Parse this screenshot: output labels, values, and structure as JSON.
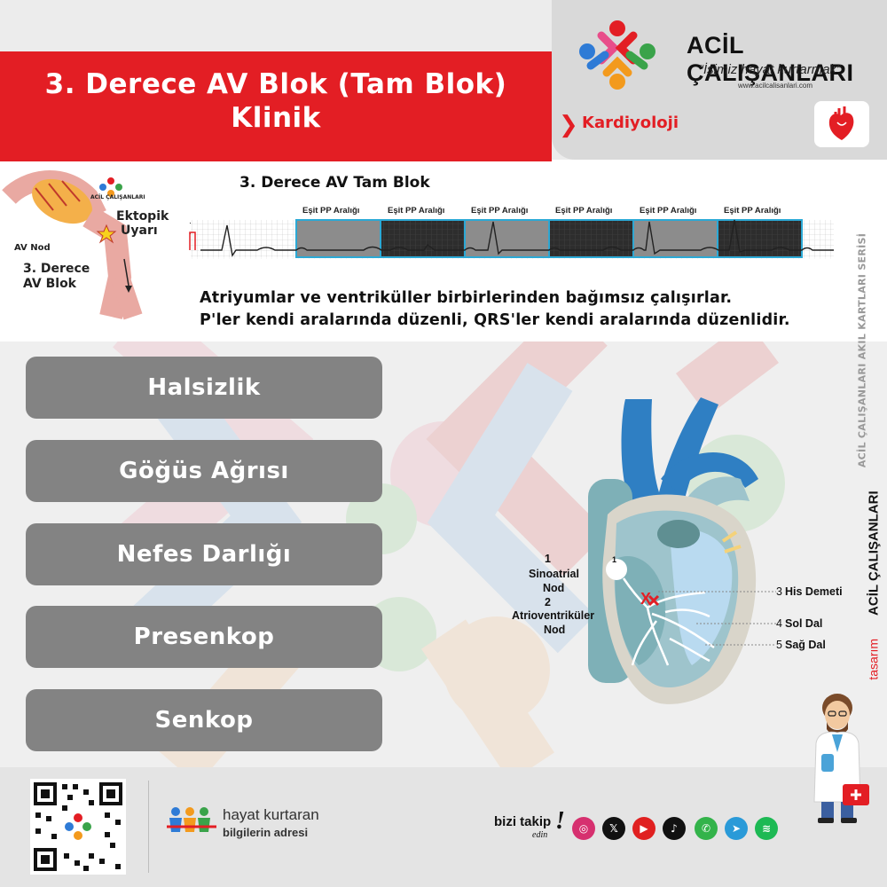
{
  "header": {
    "title_line1": "3. Derece AV Blok (Tam Blok)",
    "title_line2": "Klinik",
    "brand": {
      "name": "ACİL ÇALIŞANLARI",
      "slogan": "“İşimiz hayat kurtarmak”",
      "url": "www.acilcalisanlari.com"
    },
    "category": "Kardiyoloji"
  },
  "ecg": {
    "title": "3. Derece AV Tam Blok",
    "lead": "II",
    "pp_label": "Eşit PP Aralığı",
    "description_line1": "Atriyumlar ve ventriküller birbirlerinden bağımsız çalışırlar.",
    "description_line2": "P'ler kendi aralarında düzenli, QRS'ler kendi aralarında düzenlidir.",
    "diagram": {
      "brand_small": "ACİL ÇALIŞANLARI",
      "ectopic_line1": "Ektopik",
      "ectopic_line2": "Uyarı",
      "av_node": "AV Nod",
      "block_line1": "3. Derece",
      "block_line2": "AV  Blok"
    }
  },
  "symptoms": [
    "Halsizlik",
    "Göğüs Ağrısı",
    "Nefes Darlığı",
    "Presenkop",
    "Senkop"
  ],
  "heart_labels": {
    "n1": "1",
    "sinoatrial_line1": "Sinoatrial",
    "sinoatrial_line2": "Nod",
    "n2": "2",
    "av_line1": "Atrioventriküler",
    "av_line2": "Nod",
    "n3": "3",
    "his": "His Demeti",
    "n4": "4",
    "sol": "Sol Dal",
    "n5": "5",
    "sag": "Sağ Dal",
    "marker1": "1",
    "block_mark": "X"
  },
  "sidebar": {
    "series": "ACİL ÇALIŞANLARI AKIL KARTLARI SERİSİ",
    "credit_design": "tasarım",
    "credit_brand": "ACİL ÇALIŞANLARI"
  },
  "footer": {
    "tagline_line1": "hayat kurtaran",
    "tagline_line2": "bilgilerin adresi",
    "follow_main": "bizi takip",
    "follow_sub": "edin",
    "follow_excl": "!",
    "social_icons": [
      "instagram-icon",
      "x-icon",
      "youtube-icon",
      "tiktok-icon",
      "whatsapp-icon",
      "telegram-icon",
      "spotify-icon"
    ]
  },
  "colors": {
    "accent_red": "#e31e24",
    "button_gray": "#838383",
    "ecg_box": "#2aa9d6"
  }
}
